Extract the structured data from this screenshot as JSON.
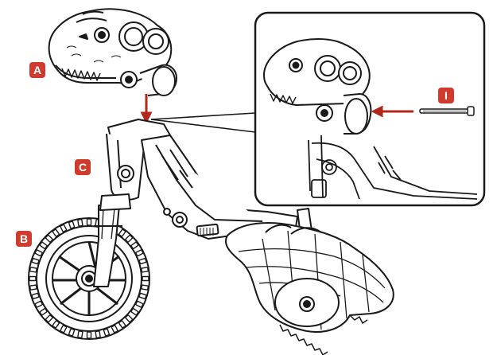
{
  "labels": {
    "part_a": "A",
    "part_b": "B",
    "part_c": "C",
    "part_i": "I"
  },
  "colors": {
    "badge": "#d13b2e",
    "arrow": "#b0281c",
    "line": "#1a1a1a",
    "background": "#ffffff"
  }
}
